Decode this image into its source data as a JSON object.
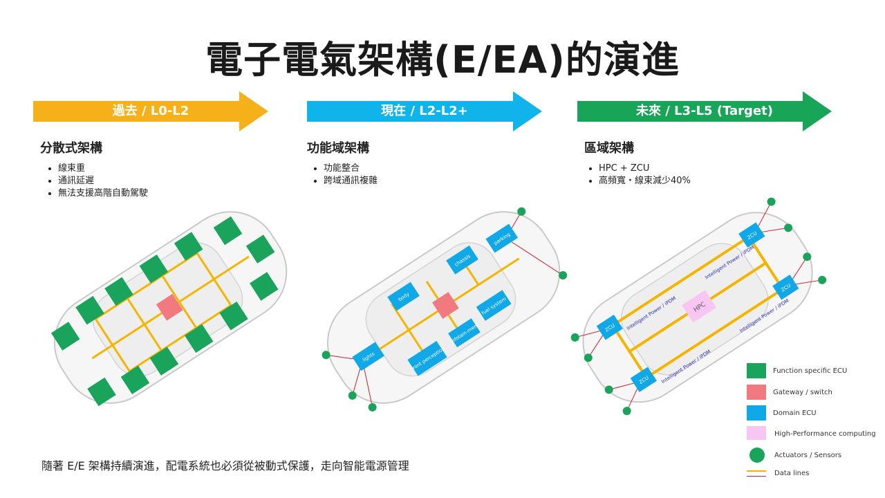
{
  "title": "電子電氣架構(E/EA)的演進",
  "columns": [
    {
      "arrow_label": "過去 / L0-L2",
      "heading": "分散式架構",
      "bullets": [
        "線束重",
        "通訊延遲",
        "無法支援高階自動駕駛"
      ]
    },
    {
      "arrow_label": "現在 / L2-L2+",
      "heading": "功能域架構",
      "bullets": [
        "功能整合",
        "跨域通訊複雜"
      ]
    },
    {
      "arrow_label": "未來 / L3-L5 (Target)",
      "heading": "區域架構",
      "bullets": [
        "HPC + ZCU",
        "高頻寬・線束減少40%"
      ]
    }
  ],
  "car2_domains": {
    "lights": "lights",
    "body": "body",
    "chassis": "chassis",
    "parking": "parking",
    "front": "Front perception",
    "infotainment": "Infotain-ment",
    "fuel": "fuel system"
  },
  "car3_labels": {
    "zcu": "ZCU",
    "hpc": "HPC",
    "ipdm": "Intelligent Power / iPDM"
  },
  "legend": [
    {
      "label": "Function specific ECU",
      "color": "#1aa35a"
    },
    {
      "label": "Gateway / switch",
      "color": "#f07a80"
    },
    {
      "label": "Domain ECU",
      "color": "#10a8e6"
    },
    {
      "label": "High-Performance computing",
      "color": "#f7c6f2"
    },
    {
      "label": "Actuators / Sensors",
      "color": "#1aa35a"
    },
    {
      "label": "Data lines",
      "color": "#f5b400"
    },
    {
      "label": "",
      "color": "#c81e2e"
    }
  ],
  "colors": {
    "past": "#f5b01a",
    "present": "#10b4ea",
    "future": "#18a557"
  },
  "footer": "隨著 E/E 架構持續演進，配電系統也必須從被動式保護，走向智能電源管理"
}
